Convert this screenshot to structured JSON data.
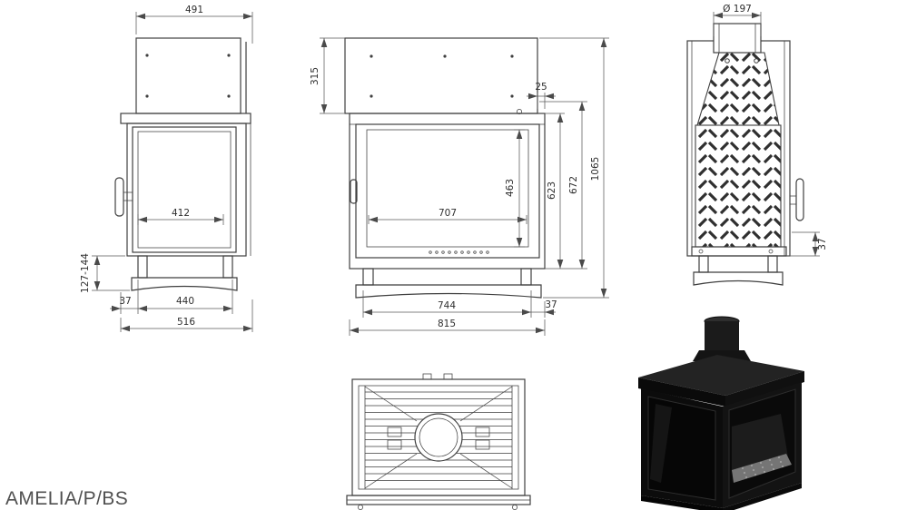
{
  "title": "AMELIA/P/BS",
  "colors": {
    "line": "#3f3f3f",
    "dimension": "#5a5a5a",
    "render_body": "#0d0d0d"
  },
  "views": {
    "side_left": {
      "dims": {
        "top_depth": "491",
        "glass_depth": "412",
        "front_offset": "37",
        "base_depth": "440",
        "total_depth": "516",
        "leg_height": "127-144"
      }
    },
    "front": {
      "dims": {
        "hood_height": "315",
        "top_gap": "25",
        "glass_width": "707",
        "glass_height": "463",
        "firebox_height": "623",
        "body_height": "672",
        "total_height": "1065",
        "base_width": "744",
        "side_gap": "37",
        "total_width": "815"
      }
    },
    "side_right": {
      "dims": {
        "flue_diameter": "Ø 197",
        "rear_gap": "37"
      }
    }
  }
}
